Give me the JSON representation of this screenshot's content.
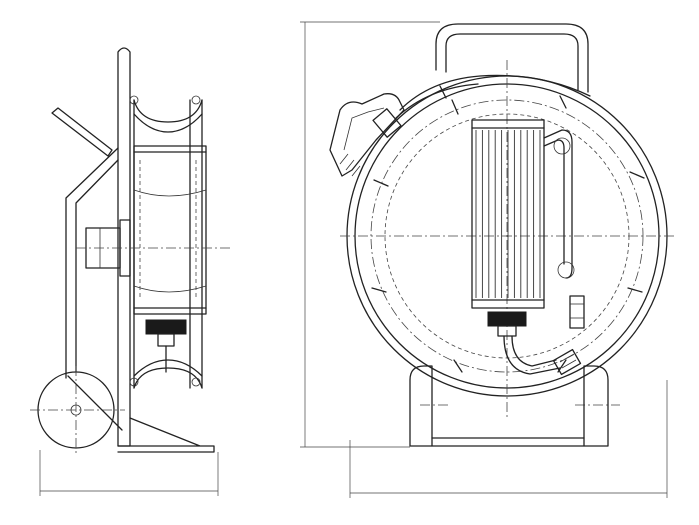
{
  "drawing": {
    "views": [
      "side-view",
      "front-view"
    ],
    "line_color": "#222222",
    "background": "#ffffff",
    "front_view": {
      "fin_count": 11
    }
  }
}
